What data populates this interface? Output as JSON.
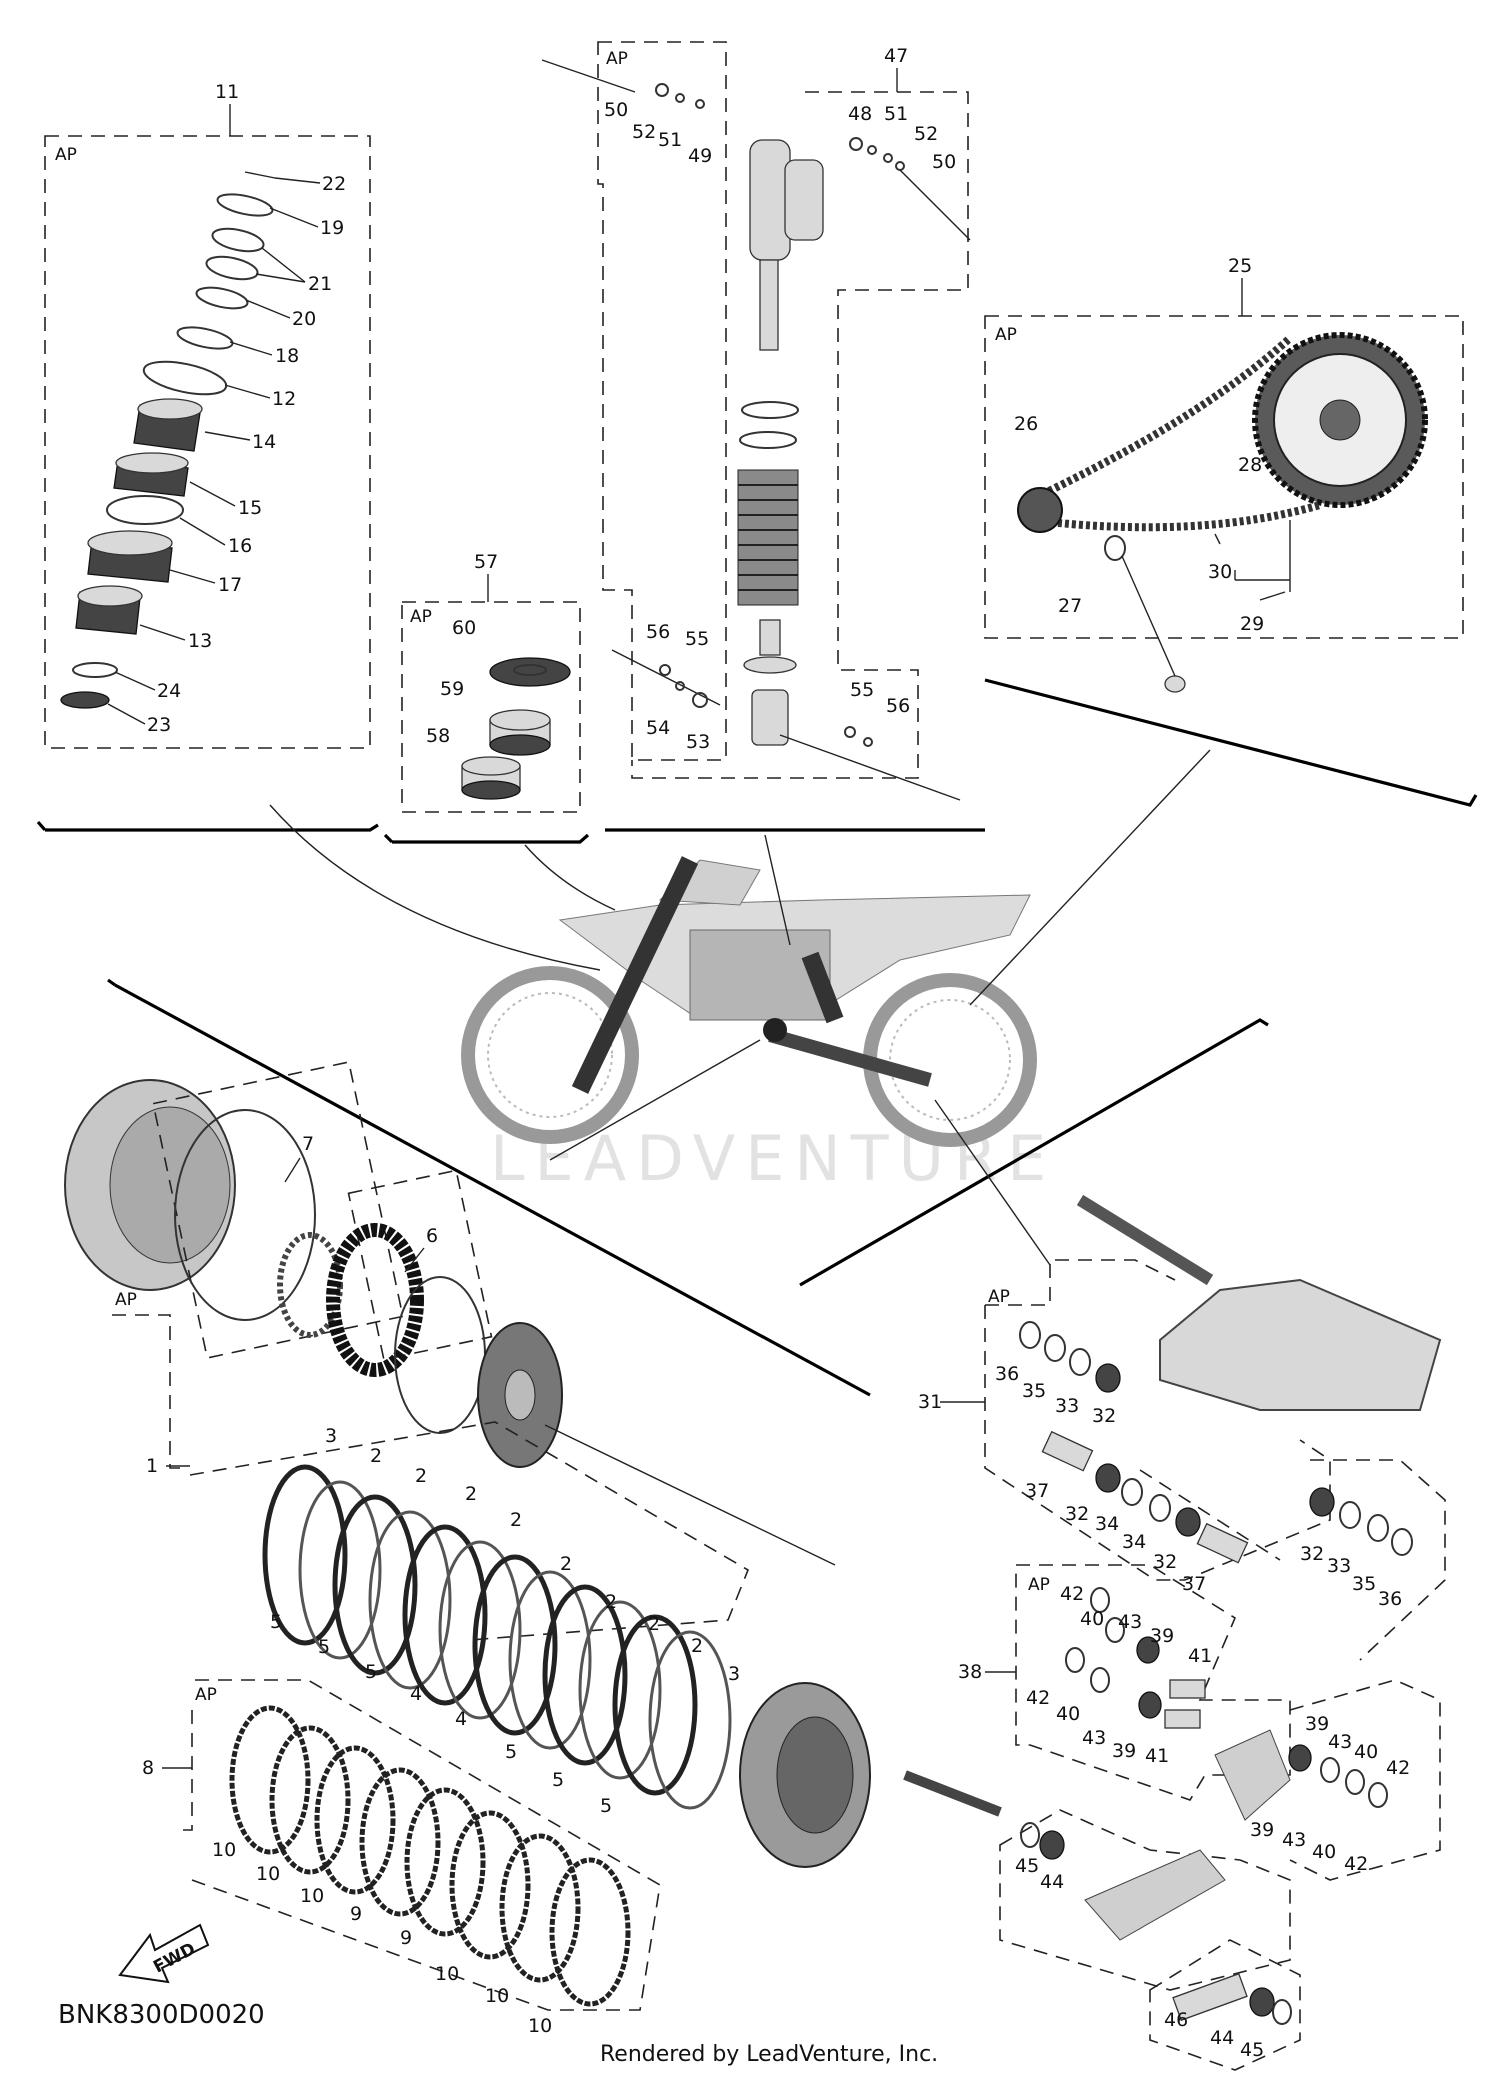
{
  "diagram_code": "BNK8300D0020",
  "credit": "Rendered by LeadVenture, Inc.",
  "watermark": "LEADVENTURE",
  "fwd_label": "FWD",
  "ap_label": "AP",
  "group_headings": {
    "front_fork_kit": "11",
    "steering_bearing_kit": "57",
    "rear_shock": "47",
    "drive_chain_kit": "25",
    "clutch_kit": "1",
    "friction_kit": "8",
    "swingarm_kit": "31",
    "relay_arm_kit": "38"
  },
  "callouts": {
    "front_fork": [
      "22",
      "19",
      "21",
      "20",
      "18",
      "12",
      "14",
      "15",
      "16",
      "17",
      "13",
      "24",
      "23"
    ],
    "steering": [
      "60",
      "59",
      "58"
    ],
    "rear_shock": [
      "50",
      "52",
      "51",
      "49",
      "48",
      "51",
      "52",
      "50",
      "56",
      "55",
      "54",
      "53",
      "55",
      "56"
    ],
    "drive_chain": [
      "26",
      "28",
      "27",
      "30",
      "29"
    ],
    "clutch": [
      "7",
      "6",
      "3",
      "2",
      "2",
      "2",
      "2",
      "2",
      "2",
      "2",
      "2",
      "3",
      "5",
      "5",
      "5",
      "4",
      "4",
      "5",
      "5",
      "5"
    ],
    "friction": [
      "10",
      "10",
      "10",
      "9",
      "9",
      "10",
      "10",
      "10"
    ],
    "swingarm": [
      "36",
      "35",
      "33",
      "32",
      "37",
      "32",
      "34",
      "34",
      "32",
      "37",
      "32",
      "33",
      "35",
      "36"
    ],
    "relay": [
      "42",
      "40",
      "43",
      "39",
      "41",
      "42",
      "40",
      "43",
      "39",
      "41",
      "39",
      "43",
      "40",
      "42",
      "39",
      "43",
      "40",
      "42",
      "45",
      "44",
      "46",
      "44",
      "45"
    ]
  }
}
